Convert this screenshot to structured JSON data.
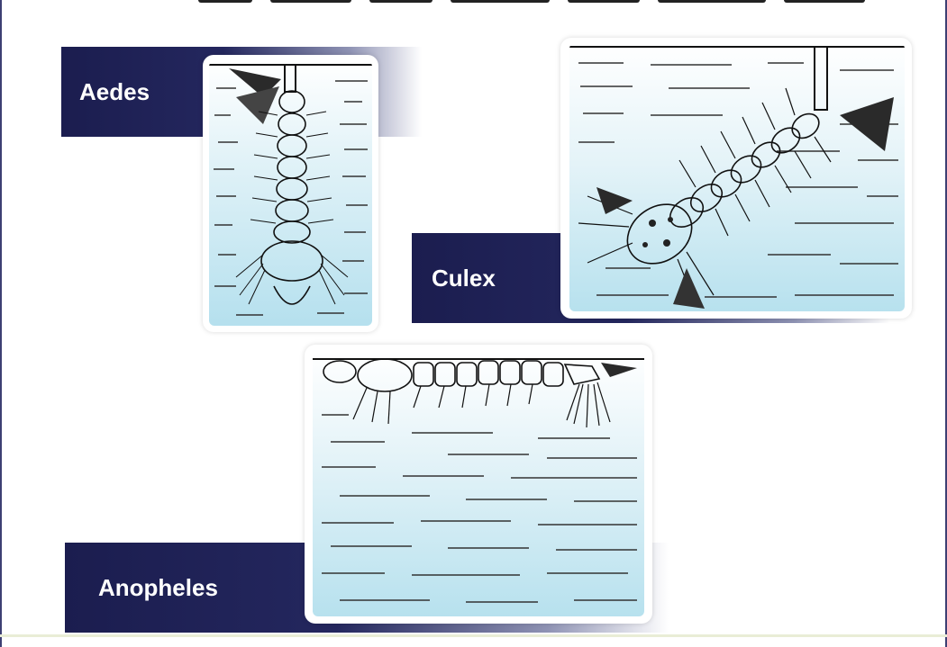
{
  "labels": {
    "aedes": "Aedes",
    "culex": "Culex",
    "anopheles": "Anopheles"
  },
  "colors": {
    "tag_dark": "#1b1d4f",
    "water_top": "#ffffff",
    "water_bottom": "#b7e1ee",
    "ink": "#1a1a1a",
    "frame": "#3d3f73"
  }
}
